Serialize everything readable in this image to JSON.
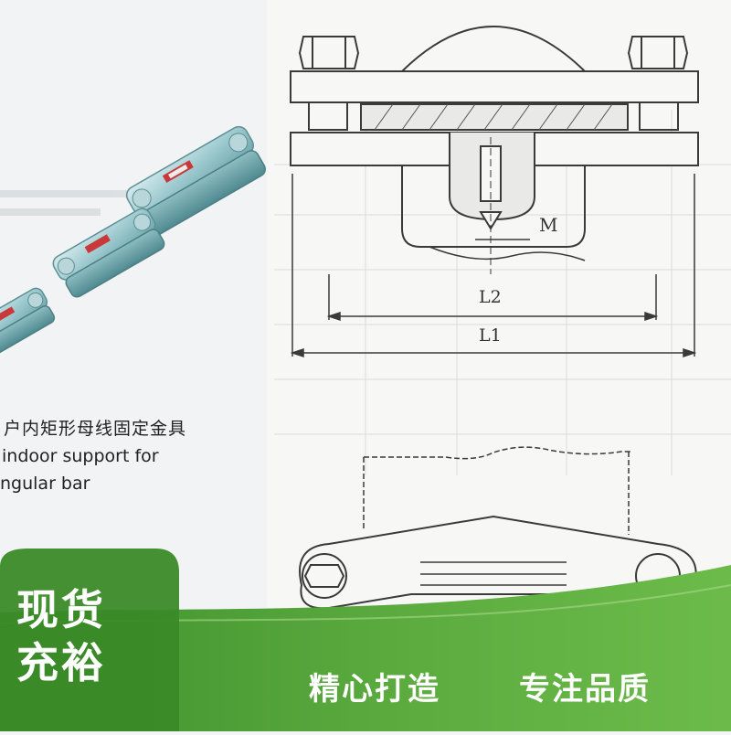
{
  "product_caption": {
    "cn": "户内矩形母线固定金具",
    "en_line1": "indoor support for",
    "en_line2": "ngular bar"
  },
  "drawing_labels": {
    "m": "M",
    "l2": "L2",
    "l1": "L1"
  },
  "banner": {
    "badge_line1": "现货",
    "badge_line2": "充裕",
    "slogan_1": "精心打造",
    "slogan_2": "专注品质"
  },
  "colors": {
    "banner_green": "#5aa83e",
    "badge_green": "#3d8a2a",
    "clamp_teal": "#8fc2c6",
    "drawing_line": "#3a3a3a"
  }
}
